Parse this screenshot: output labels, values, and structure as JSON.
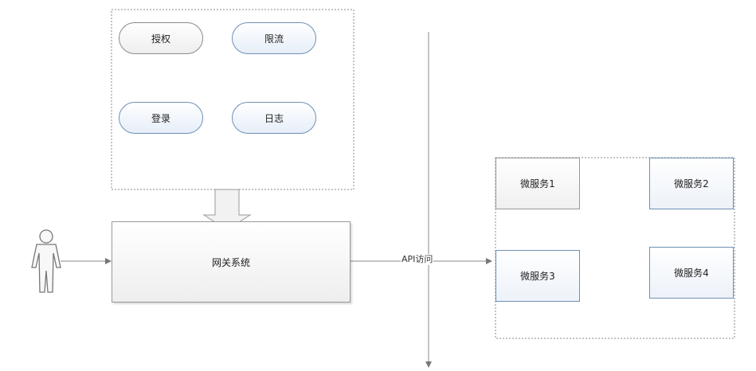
{
  "diagram": {
    "features": {
      "auth": "授权",
      "rate_limit": "限流",
      "login": "登录",
      "log": "日志"
    },
    "gateway": "网关系统",
    "connection_label": "API访问",
    "services": [
      "微服务1",
      "微服务2",
      "微服务3",
      "微服务4"
    ]
  },
  "colors": {
    "blue_border": "#6f90b6",
    "gray_border": "#999999",
    "line": "#888888"
  }
}
